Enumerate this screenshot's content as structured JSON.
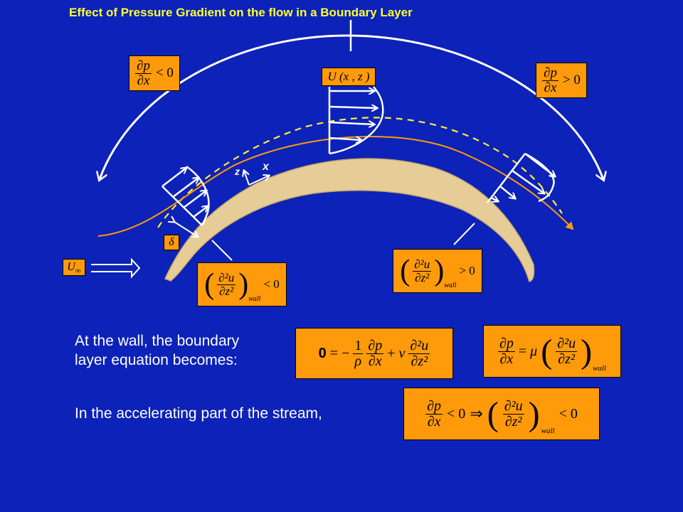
{
  "title": "Effect of Pressure Gradient on the flow in a Boundary Layer",
  "labels": {
    "dpdx_neg": {
      "num": "∂p",
      "den": "∂x",
      "rel": "< 0"
    },
    "dpdx_pos": {
      "num": "∂p",
      "den": "∂x",
      "rel": "> 0"
    },
    "velocity_profile": "U (x , z )",
    "u_infinity": {
      "symbol": "U",
      "sub": "∞"
    },
    "delta": "δ",
    "axis_x": "x",
    "axis_z": "z",
    "curv_left": {
      "num": "∂²u",
      "den": "∂z²",
      "sub": "wall",
      "rel": "< 0"
    },
    "curv_right": {
      "num": "∂²u",
      "den": "∂z²",
      "sub": "wall",
      "rel": "> 0"
    }
  },
  "text": {
    "wall_line1": "At the wall, the boundary",
    "wall_line2": "layer equation becomes:",
    "accel": "In the accelerating part of the stream,"
  },
  "equations": {
    "bl_eq": {
      "zero": "0",
      "eq": "=",
      "minus": "−",
      "one": "1",
      "rho": "ρ",
      "dp": "∂p",
      "dx": "∂x",
      "plus": "+",
      "nu": "ν",
      "d2u": "∂²u",
      "dz2": "∂z²"
    },
    "wall_eq": {
      "dp": "∂p",
      "dx": "∂x",
      "eq": "=",
      "mu": "μ",
      "d2u": "∂²u",
      "dz2": "∂z²",
      "sub": "wall"
    },
    "accel_eq": {
      "dp": "∂p",
      "dx": "∂x",
      "rel1": "< 0",
      "implies": "⇒",
      "d2u": "∂²u",
      "dz2": "∂z²",
      "sub": "wall",
      "rel2": "< 0"
    }
  },
  "colors": {
    "background": "#0c22b8",
    "title": "#ffff33",
    "box": "#ff9a0a",
    "wall": "#e8cf9a",
    "streamline": "#ff9a0a"
  }
}
